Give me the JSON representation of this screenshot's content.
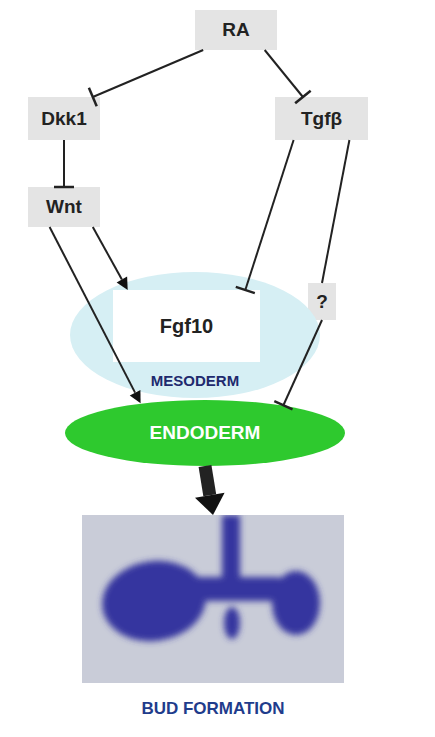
{
  "diagram": {
    "nodes": [
      {
        "text": [
          "RA"
        ]
      },
      {
        "text": [
          "Dkk1"
        ]
      },
      {
        "text": [
          "Tgfβ"
        ]
      },
      {
        "text": [
          "Wnt"
        ]
      },
      {
        "text": [
          "?"
        ]
      },
      {
        "text": [
          "MESODERM"
        ]
      },
      {
        "text": [
          "Fgf10"
        ],
        "in": 5
      },
      {
        "text": [
          "ENDODERM"
        ]
      },
      {
        "text": [
          "BUD FORMATION"
        ]
      }
    ],
    "edges": [
      {
        "from": 0,
        "to": 1,
        "arrow": "to"
      },
      {
        "from": 0,
        "to": 2,
        "arrow": "to"
      },
      {
        "from": 1,
        "to": 3,
        "arrow": "to"
      },
      {
        "from": 3,
        "to": 6,
        "arrow": "to"
      },
      {
        "from": 3,
        "to": 7,
        "arrow": "to"
      },
      {
        "from": 2,
        "to": 6,
        "arrow": "to"
      },
      {
        "from": 2,
        "to": 4,
        "arrow": "none"
      },
      {
        "from": 4,
        "to": 7,
        "arrow": "to"
      },
      {
        "from": 7,
        "to": 8,
        "arrow": "to"
      }
    ]
  }
}
